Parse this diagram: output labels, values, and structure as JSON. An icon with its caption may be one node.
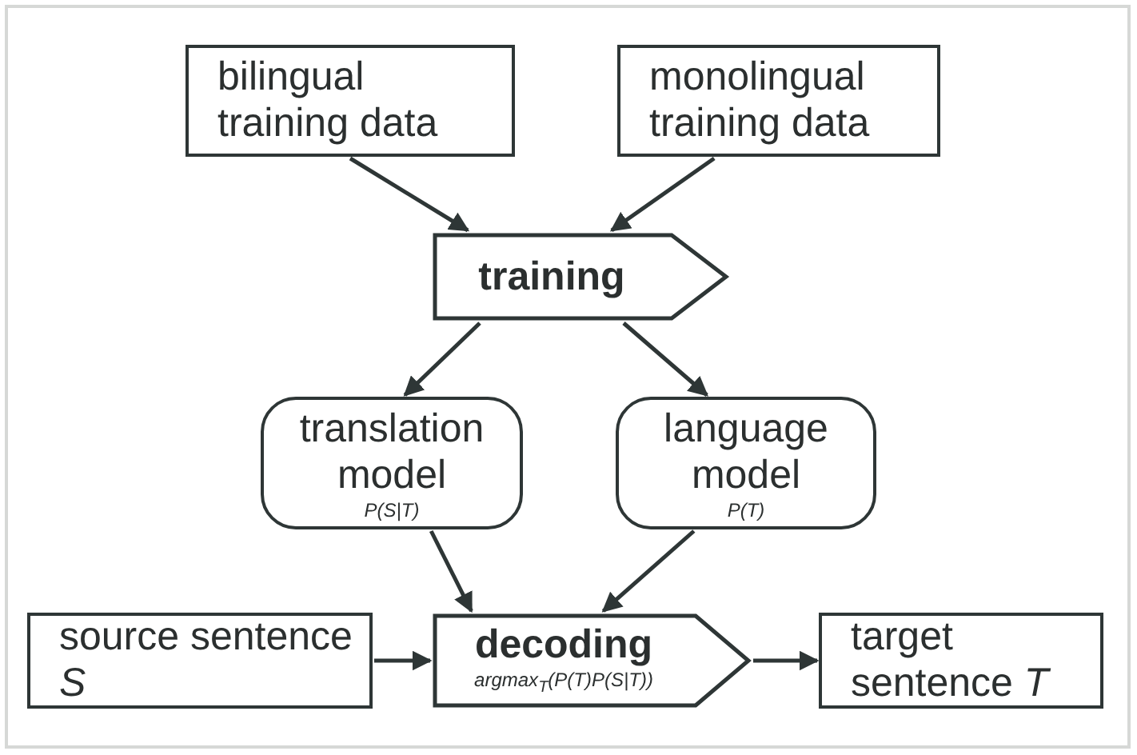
{
  "diagram": {
    "nodes": [
      {
        "text": [
          "bilingual training data"
        ]
      },
      {
        "text": [
          "monolingual training data"
        ]
      },
      {
        "text": [
          "training"
        ]
      },
      {
        "text": [
          "translation model",
          "P(S|T)"
        ]
      },
      {
        "text": [
          "language model",
          "P(T)"
        ]
      },
      {
        "text": [
          "source sentence *S*"
        ]
      },
      {
        "text": [
          "decoding",
          "argmax$_{T}$(P(T)P(S|T))"
        ]
      },
      {
        "text": [
          "target sentence *T*"
        ]
      }
    ],
    "edges": [
      {
        "from": 0,
        "to": 2,
        "arrow": "to"
      },
      {
        "from": 1,
        "to": 2,
        "arrow": "to"
      },
      {
        "from": 2,
        "to": 3,
        "arrow": "to"
      },
      {
        "from": 2,
        "to": 4,
        "arrow": "to"
      },
      {
        "from": 3,
        "to": 6,
        "arrow": "to"
      },
      {
        "from": 4,
        "to": 6,
        "arrow": "to"
      },
      {
        "from": 5,
        "to": 6,
        "arrow": "to"
      },
      {
        "from": 6,
        "to": 7,
        "arrow": "to"
      }
    ]
  }
}
